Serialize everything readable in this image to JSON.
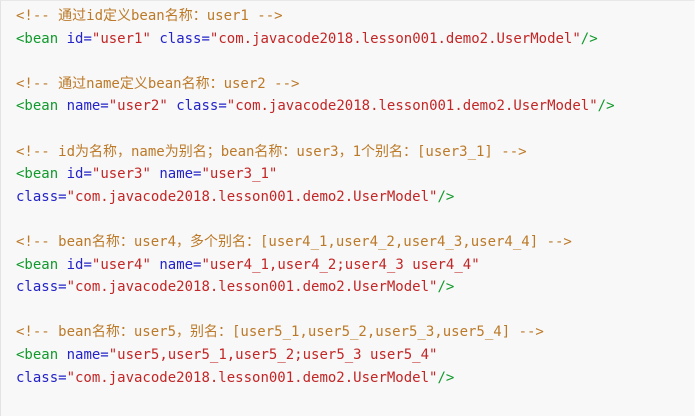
{
  "editor": {
    "language": "xml",
    "background_color": "#f8f8f8",
    "border_color": "#e8e8e8",
    "colors": {
      "comment": "#bc7a29",
      "tag": "#119a2c",
      "attribute": "#2323c8",
      "value": "#c22626"
    }
  },
  "code": {
    "lines": [
      {
        "id": "line-1",
        "type": "comment",
        "tokens": [
          {
            "kind": "comment",
            "text": "<!-- 通过id定义bean名称：user1 -->"
          }
        ]
      },
      {
        "id": "line-2",
        "type": "element",
        "tokens": [
          {
            "kind": "tag",
            "text": "<bean"
          },
          {
            "kind": "plain",
            "text": " "
          },
          {
            "kind": "attr",
            "text": "id="
          },
          {
            "kind": "value",
            "text": "\"user1\""
          },
          {
            "kind": "plain",
            "text": " "
          },
          {
            "kind": "attr",
            "text": "class="
          },
          {
            "kind": "value",
            "text": "\"com.javacode2018.lesson001.demo2.UserModel\""
          },
          {
            "kind": "tag",
            "text": "/>"
          }
        ]
      },
      {
        "id": "line-3",
        "type": "blank",
        "tokens": []
      },
      {
        "id": "line-4",
        "type": "comment",
        "tokens": [
          {
            "kind": "comment",
            "text": "<!-- 通过name定义bean名称：user2 -->"
          }
        ]
      },
      {
        "id": "line-5",
        "type": "element",
        "tokens": [
          {
            "kind": "tag",
            "text": "<bean"
          },
          {
            "kind": "plain",
            "text": " "
          },
          {
            "kind": "attr",
            "text": "name="
          },
          {
            "kind": "value",
            "text": "\"user2\""
          },
          {
            "kind": "plain",
            "text": " "
          },
          {
            "kind": "attr",
            "text": "class="
          },
          {
            "kind": "value",
            "text": "\"com.javacode2018.lesson001.demo2.UserModel\""
          },
          {
            "kind": "tag",
            "text": "/>"
          }
        ]
      },
      {
        "id": "line-6",
        "type": "blank",
        "tokens": []
      },
      {
        "id": "line-7",
        "type": "comment",
        "tokens": [
          {
            "kind": "comment",
            "text": "<!-- id为名称，name为别名；bean名称：user3，1个别名：[user3_1] -->"
          }
        ]
      },
      {
        "id": "line-8",
        "type": "element",
        "tokens": [
          {
            "kind": "tag",
            "text": "<bean"
          },
          {
            "kind": "plain",
            "text": " "
          },
          {
            "kind": "attr",
            "text": "id="
          },
          {
            "kind": "value",
            "text": "\"user3\""
          },
          {
            "kind": "plain",
            "text": " "
          },
          {
            "kind": "attr",
            "text": "name="
          },
          {
            "kind": "value",
            "text": "\"user3_1\""
          }
        ]
      },
      {
        "id": "line-9",
        "type": "element",
        "tokens": [
          {
            "kind": "attr",
            "text": "class="
          },
          {
            "kind": "value",
            "text": "\"com.javacode2018.lesson001.demo2.UserModel\""
          },
          {
            "kind": "tag",
            "text": "/>"
          }
        ]
      },
      {
        "id": "line-10",
        "type": "blank",
        "tokens": []
      },
      {
        "id": "line-11",
        "type": "comment",
        "tokens": [
          {
            "kind": "comment",
            "text": "<!-- bean名称：user4，多个别名：[user4_1,user4_2,user4_3,user4_4] -->"
          }
        ]
      },
      {
        "id": "line-12",
        "type": "element",
        "tokens": [
          {
            "kind": "tag",
            "text": "<bean"
          },
          {
            "kind": "plain",
            "text": " "
          },
          {
            "kind": "attr",
            "text": "id="
          },
          {
            "kind": "value",
            "text": "\"user4\""
          },
          {
            "kind": "plain",
            "text": " "
          },
          {
            "kind": "attr",
            "text": "name="
          },
          {
            "kind": "value",
            "text": "\"user4_1,user4_2;user4_3 user4_4\""
          }
        ]
      },
      {
        "id": "line-13",
        "type": "element",
        "tokens": [
          {
            "kind": "attr",
            "text": "class="
          },
          {
            "kind": "value",
            "text": "\"com.javacode2018.lesson001.demo2.UserModel\""
          },
          {
            "kind": "tag",
            "text": "/>"
          }
        ]
      },
      {
        "id": "line-14",
        "type": "blank",
        "tokens": []
      },
      {
        "id": "line-15",
        "type": "comment",
        "tokens": [
          {
            "kind": "comment",
            "text": "<!-- bean名称：user5，别名：[user5_1,user5_2,user5_3,user5_4] -->"
          }
        ]
      },
      {
        "id": "line-16",
        "type": "element",
        "tokens": [
          {
            "kind": "tag",
            "text": "<bean"
          },
          {
            "kind": "plain",
            "text": " "
          },
          {
            "kind": "attr",
            "text": "name="
          },
          {
            "kind": "value",
            "text": "\"user5,user5_1,user5_2;user5_3 user5_4\""
          }
        ]
      },
      {
        "id": "line-17",
        "type": "element",
        "tokens": [
          {
            "kind": "attr",
            "text": "class="
          },
          {
            "kind": "value",
            "text": "\"com.javacode2018.lesson001.demo2.UserModel\""
          },
          {
            "kind": "tag",
            "text": "/>"
          }
        ]
      }
    ]
  }
}
